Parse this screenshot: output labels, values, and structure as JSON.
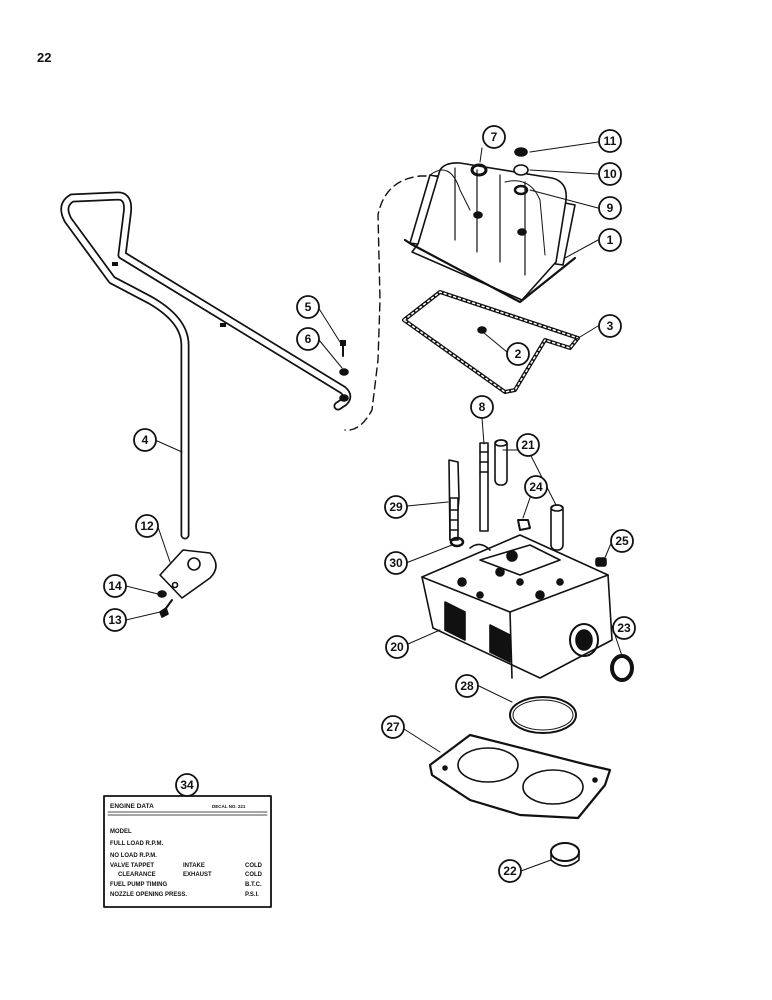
{
  "page": {
    "number": "22"
  },
  "callouts": {
    "c1": "1",
    "c2": "2",
    "c3": "3",
    "c4": "4",
    "c5": "5",
    "c6": "6",
    "c7": "7",
    "c8": "8",
    "c9": "9",
    "c10": "10",
    "c11": "11",
    "c12": "12",
    "c13": "13",
    "c14": "14",
    "c20": "20",
    "c21": "21",
    "c22": "22",
    "c23": "23",
    "c24": "24",
    "c25": "25",
    "c27": "27",
    "c28": "28",
    "c29": "29",
    "c30": "30",
    "c34": "34"
  },
  "decal": {
    "title": "ENGINE DATA",
    "decal_no": "DECAL NO. 221",
    "model": "MODEL",
    "full_load": "FULL LOAD R.P.M.",
    "no_load": "NO LOAD R.P.M.",
    "valve_tappet": "VALVE TAPPET",
    "intake": "INTAKE",
    "cold1": "COLD",
    "clearance": "CLEARANCE",
    "exhaust": "EXHAUST",
    "cold2": "COLD",
    "fuel_pump": "FUEL PUMP TIMING",
    "btc": "B.T.C.",
    "nozzle": "NOZZLE OPENING PRESS.",
    "psi": "P.S.I."
  }
}
